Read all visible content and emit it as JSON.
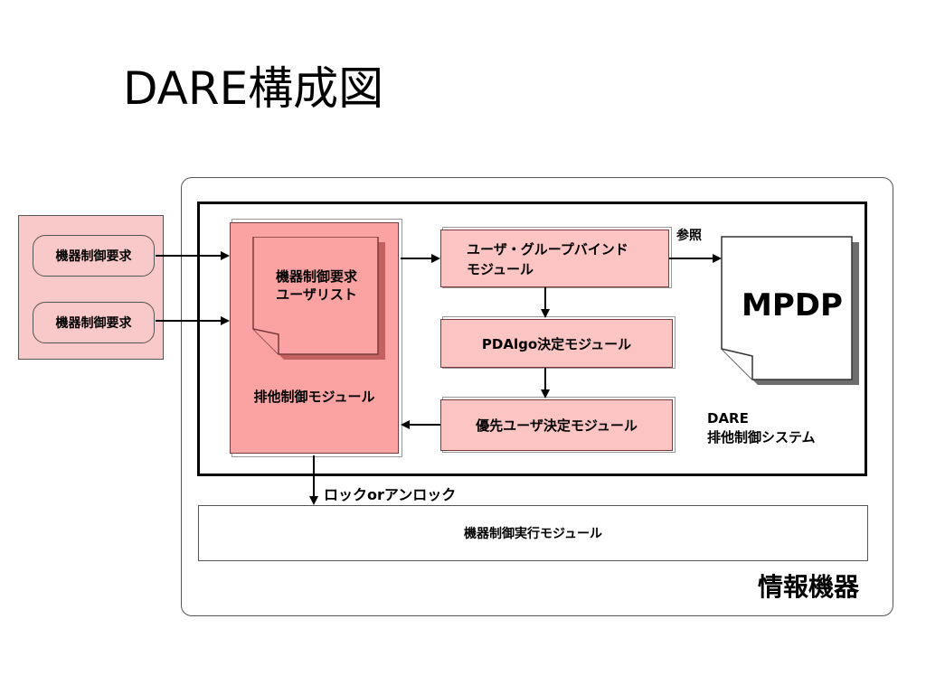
{
  "slide": {
    "title": "DARE構成図"
  },
  "requests": {
    "items": [
      {
        "label": "機器制御要求"
      },
      {
        "label": "機器制御要求"
      }
    ]
  },
  "exclusive_module": {
    "label": "排他制御モジュール",
    "user_list_doc": {
      "line1": "機器制御要求",
      "line2": "ユーザリスト"
    }
  },
  "modules": {
    "bind": {
      "line1": "ユーザ・グループバインド",
      "line2": "モジュール"
    },
    "pdalgo": {
      "label": "PDAlgo決定モジュール"
    },
    "priority": {
      "label": "優先ユーザ決定モジュール"
    },
    "execution": {
      "label": "機器制御実行モジュール"
    }
  },
  "reference": {
    "label": "参照"
  },
  "mpdp": {
    "label": "MPDP"
  },
  "system": {
    "line1": "DARE",
    "line2": "排他制御システム"
  },
  "lock": {
    "label": "ロックorアンロック"
  },
  "device": {
    "label": "情報機器"
  },
  "colors": {
    "pink_dark": "#fba3a3",
    "pink_light": "#fdc4c4",
    "pink_panel": "#f9c8c8",
    "border_dark": "#7a3a3a"
  }
}
